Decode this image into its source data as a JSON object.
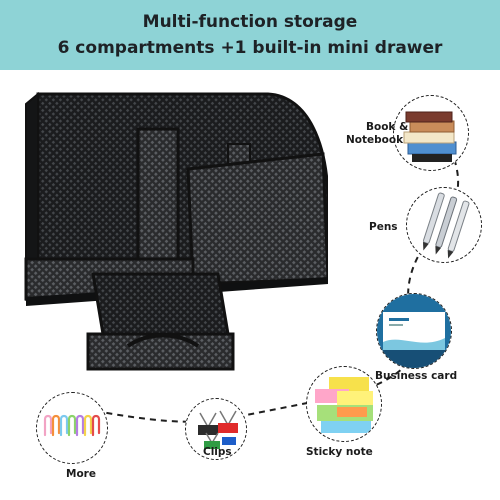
{
  "banner": {
    "line1": "Multi-function storage",
    "line2": "6 compartments +1 built-in mini drawer",
    "color": "#8ed3d6"
  },
  "features": {
    "book_label_1": "Book &",
    "book_label_2": "Notebook",
    "pens_label": "Pens",
    "card_label": "Business card",
    "sticky_label": "Sticky note",
    "clips_label": "Clips",
    "more_label": "More"
  },
  "icons": {
    "book": "book-stack-icon",
    "pens": "pens-icon",
    "card": "business-card-icon",
    "sticky": "sticky-note-icon",
    "clips": "binder-clips-icon",
    "more": "paper-clips-icon"
  }
}
